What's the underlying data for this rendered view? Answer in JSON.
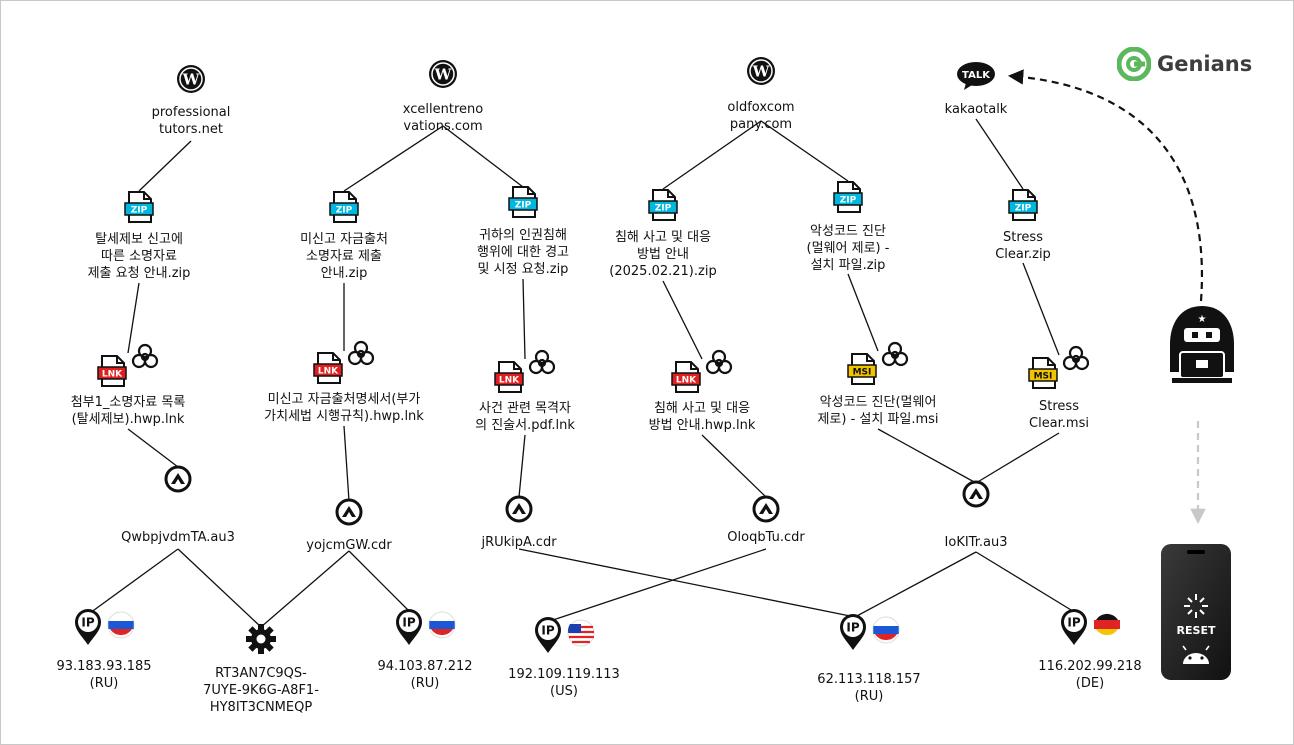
{
  "brand": {
    "name": "Genians",
    "color": "#5cb85c"
  },
  "colors": {
    "wordpress": "#111111",
    "zip": "#00b7e0",
    "lnk": "#e02020",
    "msi": "#f2c400",
    "edge": "#111111",
    "dash_gray": "#c8c8c8"
  },
  "sites": [
    {
      "id": "s1",
      "icon": "wordpress-icon",
      "label": "professional\ntutors.net"
    },
    {
      "id": "s2",
      "icon": "wordpress-icon",
      "label": "xcellentreno\nvations.com"
    },
    {
      "id": "s3",
      "icon": "wordpress-icon",
      "label": "oldfoxcom\npany.com"
    },
    {
      "id": "s4",
      "icon": "kakaotalk-icon",
      "badge": "TALK",
      "label": "kakaotalk"
    }
  ],
  "archives": [
    {
      "id": "z1",
      "badge": "ZIP",
      "label": "탈세제보 신고에\n따른 소명자료\n제출 요청 안내.zip"
    },
    {
      "id": "z2",
      "badge": "ZIP",
      "label": "미신고 자금출처\n소명자료 제출\n안내.zip"
    },
    {
      "id": "z3",
      "badge": "ZIP",
      "label": "귀하의 인권침해\n행위에 대한 경고\n및 시정 요청.zip"
    },
    {
      "id": "z4",
      "badge": "ZIP",
      "label": "침해 사고 및 대응\n방법 안내\n(2025.02.21).zip"
    },
    {
      "id": "z5",
      "badge": "ZIP",
      "label": "악성코드 진단\n(멀웨어 제로) -\n설치 파일.zip"
    },
    {
      "id": "z6",
      "badge": "ZIP",
      "label": "Stress\nClear.zip"
    }
  ],
  "payloads": [
    {
      "id": "p1",
      "badge": "LNK",
      "label": "첨부1_소명자료 목록\n(탈세제보).hwp.lnk"
    },
    {
      "id": "p2",
      "badge": "LNK",
      "label": "미신고 자금출처명세서(부가\n가치세법 시행규칙).hwp.lnk"
    },
    {
      "id": "p3",
      "badge": "LNK",
      "label": "사건 관련 목격자\n의 진술서.pdf.lnk"
    },
    {
      "id": "p4",
      "badge": "LNK",
      "label": "침해 사고 및 대응\n방법 안내.hwp.lnk"
    },
    {
      "id": "p5",
      "badge": "MSI",
      "label": "악성코드 진단(멀웨어\n제로) - 설치 파일.msi"
    },
    {
      "id": "p6",
      "badge": "MSI",
      "label": "Stress\nClear.msi"
    }
  ],
  "scripts": [
    {
      "id": "a1",
      "icon": "autoit-icon",
      "label": "QwbpjvdmTA.au3"
    },
    {
      "id": "a2",
      "icon": "autoit-icon",
      "label": "yojcmGW.cdr"
    },
    {
      "id": "a3",
      "icon": "autoit-icon",
      "label": "jRUkipA.cdr"
    },
    {
      "id": "a4",
      "icon": "autoit-icon",
      "label": "OloqbTu.cdr"
    },
    {
      "id": "a5",
      "icon": "autoit-icon",
      "label": "IoKITr.au3"
    }
  ],
  "endpoints": [
    {
      "id": "e1",
      "type": "ip",
      "flag": "ru",
      "label": "93.183.93.185\n(RU)"
    },
    {
      "id": "e2",
      "type": "gear",
      "label": "RT3AN7C9QS-\n7UYE-9K6G-A8F1-\nHY8IT3CNMEQP"
    },
    {
      "id": "e3",
      "type": "ip",
      "flag": "ru",
      "label": "94.103.87.212\n(RU)"
    },
    {
      "id": "e4",
      "type": "ip",
      "flag": "us",
      "label": "192.109.119.113\n(US)"
    },
    {
      "id": "e5",
      "type": "ip",
      "flag": "ru",
      "label": "62.113.118.157\n(RU)"
    },
    {
      "id": "e6",
      "type": "ip",
      "flag": "de",
      "label": "116.202.99.218\n(DE)"
    }
  ],
  "actor": {
    "icon": "hacker-icon"
  },
  "device": {
    "icon": "smartphone-icon",
    "text": "RESET"
  },
  "edges": [
    [
      "s1",
      "z1"
    ],
    [
      "s2",
      "z2"
    ],
    [
      "s2",
      "z3"
    ],
    [
      "s3",
      "z4"
    ],
    [
      "s3",
      "z5"
    ],
    [
      "s4",
      "z6"
    ],
    [
      "z1",
      "p1"
    ],
    [
      "z2",
      "p2"
    ],
    [
      "z3",
      "p3"
    ],
    [
      "z4",
      "p4"
    ],
    [
      "z5",
      "p5"
    ],
    [
      "z6",
      "p6"
    ],
    [
      "p1",
      "a1"
    ],
    [
      "p2",
      "a2"
    ],
    [
      "p3",
      "a3"
    ],
    [
      "p4",
      "a4"
    ],
    [
      "p5",
      "a5"
    ],
    [
      "p6",
      "a5"
    ],
    [
      "a1",
      "e1"
    ],
    [
      "a1",
      "e2"
    ],
    [
      "a2",
      "e2"
    ],
    [
      "a2",
      "e3"
    ],
    [
      "a3",
      "e5"
    ],
    [
      "a4",
      "e4"
    ],
    [
      "a5",
      "e5"
    ],
    [
      "a5",
      "e6"
    ]
  ]
}
